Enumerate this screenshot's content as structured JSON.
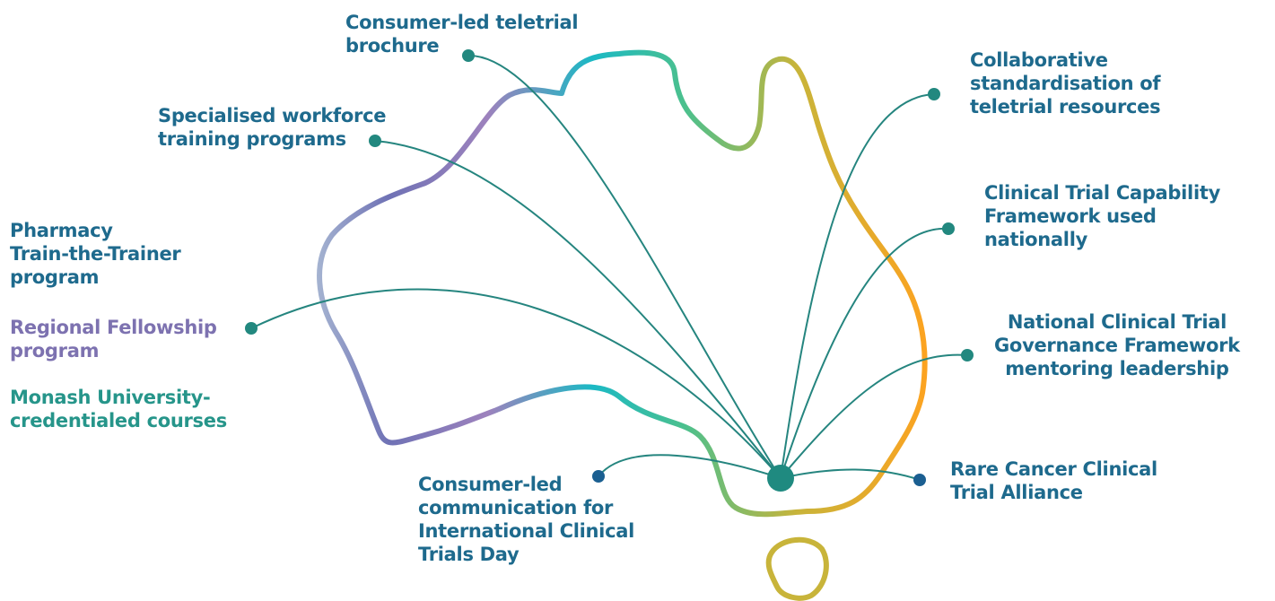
{
  "colors": {
    "connector": "#25857f",
    "hub": "#1f8a80",
    "dot_teal": "#22887f",
    "dot_blue": "#1b5f91",
    "text_blue": "#1e6a8d",
    "text_purple": "#7d72b0",
    "text_teal": "#26958a",
    "outline_gradient": [
      "#ffa21f",
      "#c8b43a",
      "#4cc08d",
      "#1bb9c4",
      "#9d82bd",
      "#6f72b5",
      "#a7b6d2"
    ]
  },
  "hub": {
    "name": "hub-dot"
  },
  "labels": {
    "consumer_brochure": [
      "Consumer-led teletrial",
      "brochure"
    ],
    "workforce_training": [
      "Specialised workforce",
      "training programs"
    ],
    "pharmacy": [
      "Pharmacy",
      "Train-the-Trainer",
      "program"
    ],
    "regional_fellowship": [
      "Regional Fellowship",
      "program"
    ],
    "monash": [
      "Monash University-",
      "credentialed courses"
    ],
    "consumer_communication": [
      "Consumer-led",
      "communication for",
      "International Clinical",
      "Trials Day"
    ],
    "collaborative": [
      "Collaborative",
      "standardisation of",
      "teletrial resources"
    ],
    "capability_framework": [
      "Clinical Trial Capability",
      "Framework used",
      "nationally"
    ],
    "governance": [
      "National Clinical Trial",
      "Governance Framework",
      "mentoring leadership"
    ],
    "rare_cancer": [
      "Rare Cancer Clinical",
      "Trial Alliance"
    ]
  },
  "connections": [
    {
      "name": "connector-consumer-brochure",
      "dot": "dot_teal"
    },
    {
      "name": "connector-workforce-training",
      "dot": "dot_teal"
    },
    {
      "name": "connector-pharmacy-group",
      "dot": "dot_teal"
    },
    {
      "name": "connector-consumer-communication",
      "dot": "dot_blue"
    },
    {
      "name": "connector-collaborative",
      "dot": "dot_teal"
    },
    {
      "name": "connector-capability-framework",
      "dot": "dot_teal"
    },
    {
      "name": "connector-governance",
      "dot": "dot_teal"
    },
    {
      "name": "connector-rare-cancer",
      "dot": "dot_blue"
    }
  ]
}
